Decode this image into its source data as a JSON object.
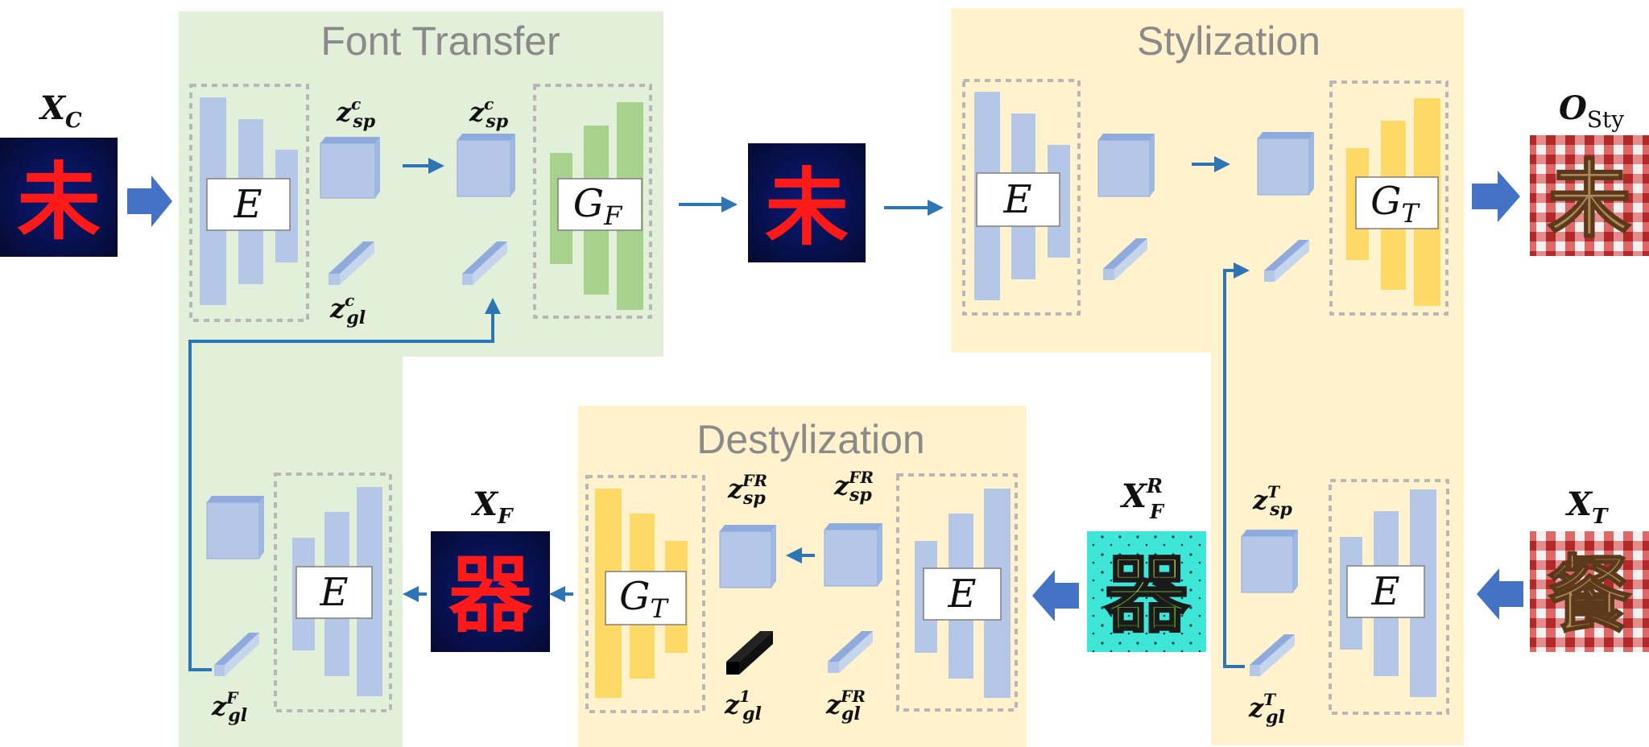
{
  "sections": {
    "font_transfer": "Font Transfer",
    "stylization": "Stylization",
    "destylization": "Destylization"
  },
  "modules": {
    "encoder": "E",
    "font_generator": {
      "base": "G",
      "sub": "F"
    },
    "texture_generator": {
      "base": "G",
      "sub": "T"
    }
  },
  "io": {
    "x_c": {
      "base": "X",
      "sub": "C"
    },
    "o_sty": {
      "base": "O",
      "sub": "Sty"
    },
    "x_t": {
      "base": "X",
      "sub": "T"
    },
    "x_f": {
      "base": "X",
      "sub": "F"
    },
    "x_f_r": {
      "base": "X",
      "sub": "F",
      "sup": "R"
    }
  },
  "latents": {
    "z_sp_c": {
      "base": "z",
      "sub": "sp",
      "sup": "c"
    },
    "z_gl_c": {
      "base": "z",
      "sub": "gl",
      "sup": "c"
    },
    "z_sp_fr": {
      "base": "z",
      "sub": "sp",
      "sup": "FR"
    },
    "z_gl_fr": {
      "base": "z",
      "sub": "gl",
      "sup": "FR"
    },
    "z_gl_1": {
      "base": "z",
      "sub": "gl",
      "sup": "1"
    },
    "z_sp_t": {
      "base": "z",
      "sub": "sp",
      "sup": "T"
    },
    "z_gl_t": {
      "base": "z",
      "sub": "gl",
      "sup": "T"
    },
    "z_gl_f": {
      "base": "z",
      "sub": "gl",
      "sup": "F"
    }
  },
  "glyphs": {
    "content": "未",
    "font_result": "器",
    "texture_target": "餐"
  },
  "colors": {
    "font_transfer_bg": "#e2efd9",
    "stylization_bg": "#fff2cc",
    "encoder_bar": "#b4c7e7",
    "font_gen_bar": "#a9d18e",
    "tex_gen_bar": "#ffd966",
    "arrow": "#2e75b6",
    "big_arrow": "#4472c4",
    "cube_face": "#b4c7e7",
    "cube_top": "#8faadc",
    "glyph_red": "#ff1a1a",
    "navy_tile": "#0b1450"
  }
}
